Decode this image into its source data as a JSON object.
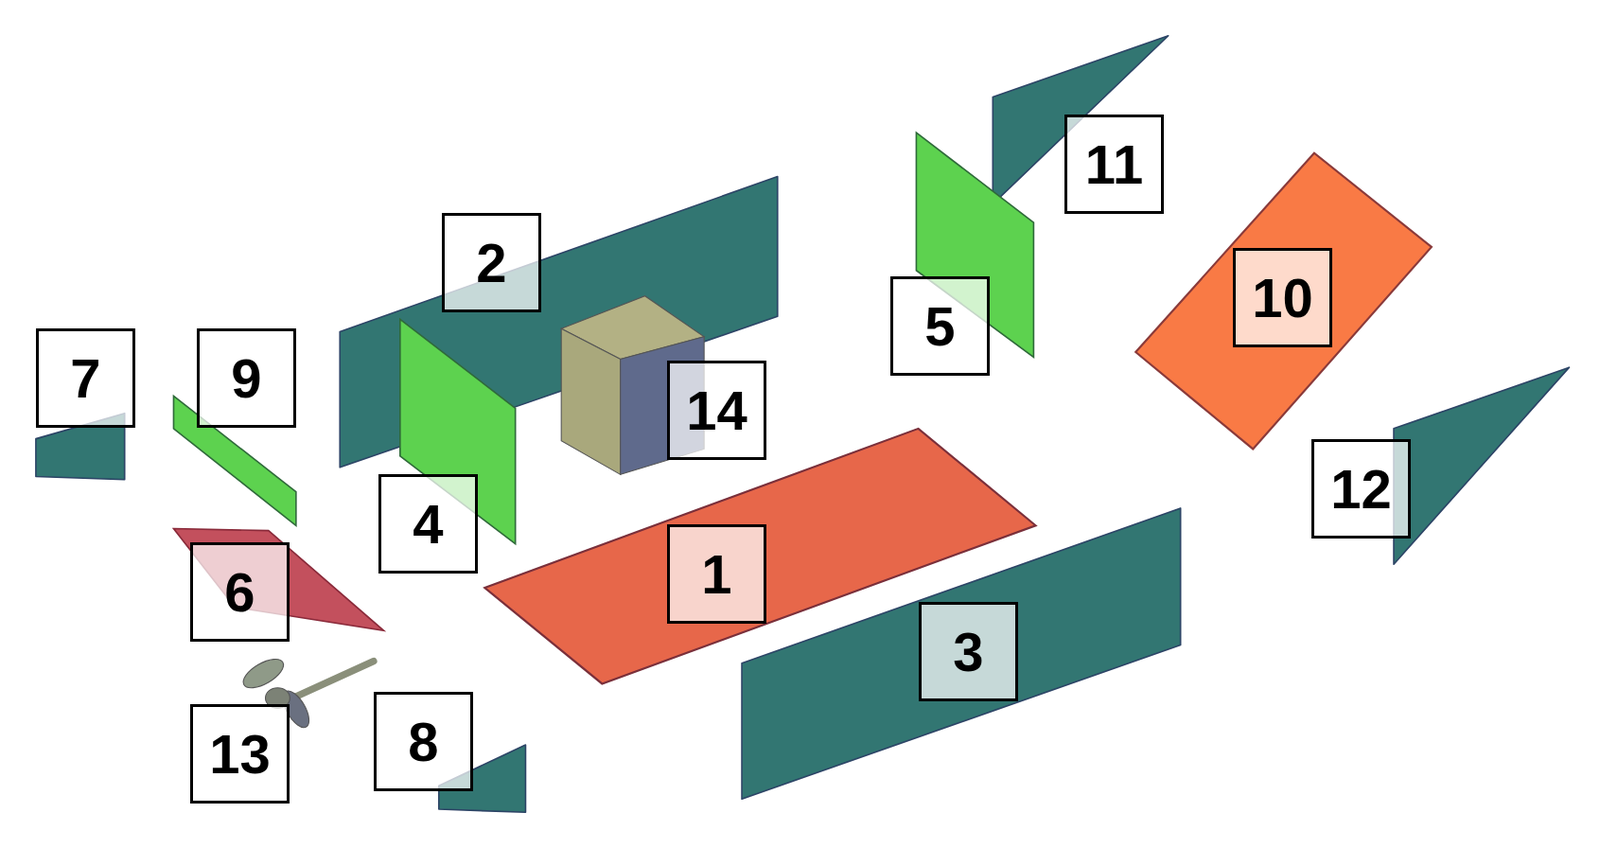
{
  "diagram": {
    "labels": [
      "11",
      "2",
      "10",
      "5",
      "7",
      "9",
      "14",
      "12",
      "4",
      "1",
      "6",
      "3",
      "8",
      "13"
    ]
  }
}
